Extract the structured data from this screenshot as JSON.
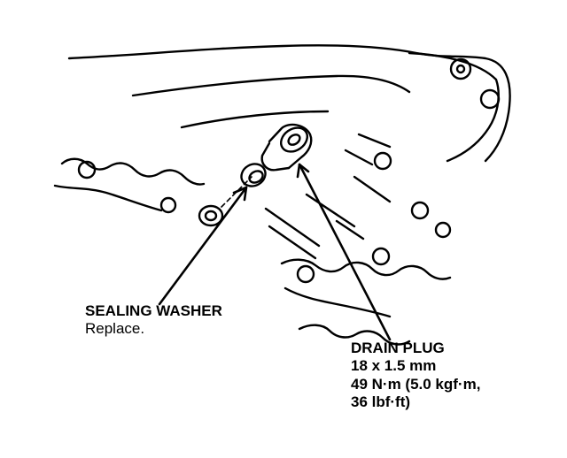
{
  "labels": {
    "sealing_washer": {
      "title": "SEALING WASHER",
      "note": "Replace."
    },
    "drain_plug": {
      "title": "DRAIN PLUG",
      "size": "18 x 1.5 mm",
      "torque": "49 N·m (5.0 kgf·m,",
      "torque_cont": "36 lbf·ft)"
    }
  },
  "colors": {
    "ink": "#000000",
    "paper": "#ffffff"
  }
}
